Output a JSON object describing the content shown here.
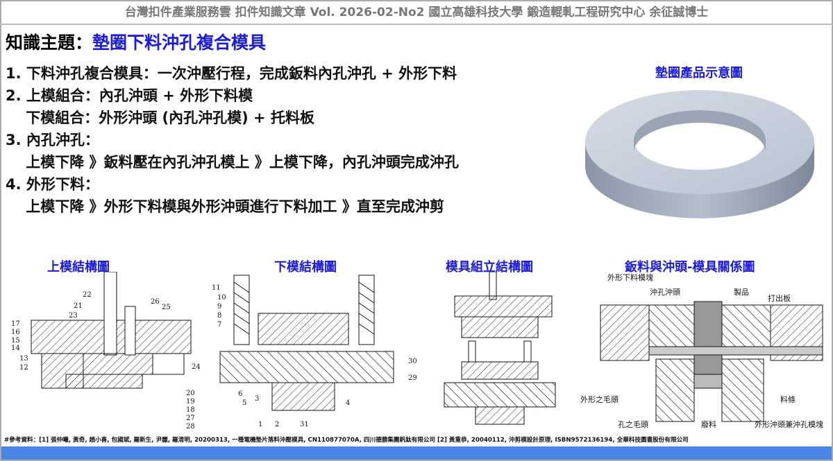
{
  "header": "台灣扣件產業服務雲  扣件知識文章  Vol. 2026-02-No2  國立高雄科技大學  鍛造輥軋工程研究中心  余征誠博士",
  "topic": {
    "label": "知識主題：",
    "value": "墊圈下料沖孔複合模具"
  },
  "lines": [
    "1. 下料沖孔複合模具：一次沖壓行程，完成鈑料內孔沖孔 + 外形下料",
    "2. 上模組合：內孔沖頭 + 外形下料模",
    "    下模組合：外形沖頭 (內孔沖孔模) + 托料板",
    "3. 內孔沖孔：",
    "    上模下降 》鈑料壓在內孔沖孔模上 》上模下降，內孔沖頭完成沖孔",
    "4. 外形下料：",
    "    上模下降 》外形下料模與外形沖頭進行下料加工 》直至完成沖剪"
  ],
  "product_label": "墊圈產品示意圖",
  "diagrams": [
    {
      "title": "上模結構圖",
      "numbers": [
        "22",
        "21",
        "23",
        "26",
        "25",
        "17",
        "16",
        "15",
        "14",
        "13",
        "12",
        "24",
        "20",
        "19",
        "18",
        "27",
        "28"
      ]
    },
    {
      "title": "下模結構圖",
      "numbers": [
        "11",
        "10",
        "9",
        "8",
        "7",
        "30",
        "29",
        "6",
        "5",
        "3",
        "4",
        "1",
        "2",
        "31"
      ]
    },
    {
      "title": "模具組立結構圖"
    },
    {
      "title": "鈑料與沖頭-模具關係圖",
      "callouts": [
        "外形下料模塊",
        "沖孔沖頭",
        "製品",
        "打出板",
        "外形之毛頭",
        "料條",
        "孔之毛頭",
        "廢料",
        "外形沖頭兼沖孔模塊"
      ]
    }
  ],
  "reference": "#參考資料：[1] 張仲曦, 黃奇, 趙小喜, 包國斌, 羅新生, 尹麗, 羅清明, 20200313, 一種電機墊片落料沖壓模具, CN110877070A, 四川德勝集團釩鈦有限公司 [2] 黃重恭, 20040112, 沖剪模設計原理, ISBN9572136194, 全華科技圖書股份有限公司",
  "colors": {
    "accent": "#1a1ae6",
    "bar": "#4a86e8"
  }
}
